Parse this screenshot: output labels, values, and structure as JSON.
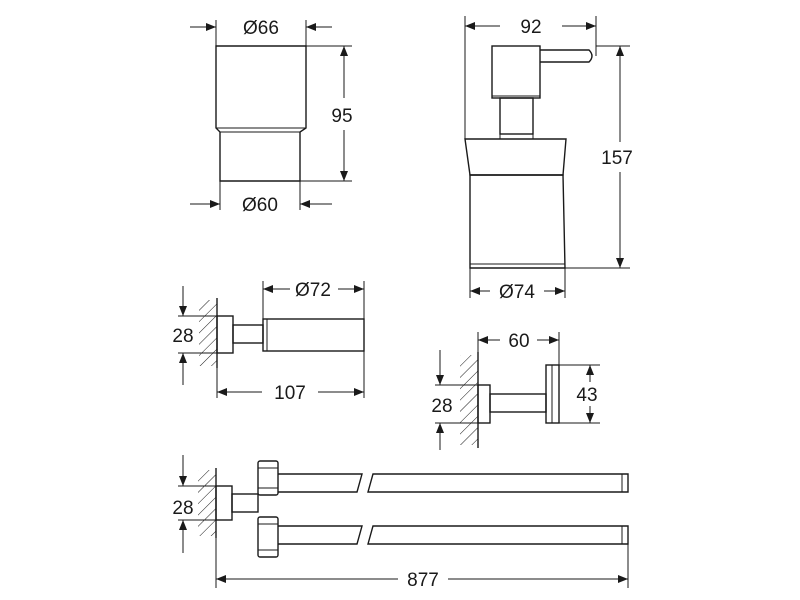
{
  "dimensions": {
    "tumbler_top_diameter": "Ø66",
    "tumbler_height": "95",
    "tumbler_bottom_diameter": "Ø60",
    "dispenser_width": "92",
    "dispenser_height": "157",
    "dispenser_base_diameter": "Ø74",
    "holder_diameter": "Ø72",
    "holder_mount_height": "28",
    "holder_projection": "107",
    "hook_projection": "60",
    "hook_mount_height": "28",
    "hook_height": "43",
    "towel_bar_mount_height": "28",
    "towel_bar_length": "877"
  }
}
